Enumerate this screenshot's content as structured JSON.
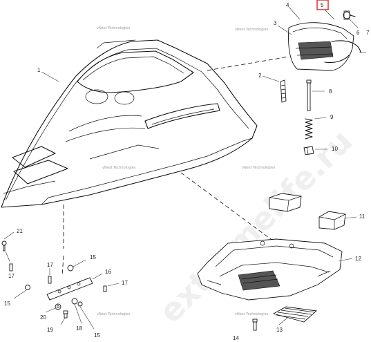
{
  "watermark": {
    "small_text": "vNext Technologies",
    "big_text": "extremelife.ru"
  },
  "callouts": {
    "c1": "1",
    "c2": "2",
    "c3": "3",
    "c4": "4",
    "c5": "5",
    "c6": "6",
    "c7": "7",
    "c8": "8",
    "c9": "9",
    "c10": "10",
    "c11": "11",
    "c12": "12",
    "c13": "13",
    "c14": "14",
    "c15a": "15",
    "c15b": "15",
    "c15c": "15",
    "c16": "16",
    "c17a": "17",
    "c17b": "17",
    "c17c": "17",
    "c18": "18",
    "c19": "19",
    "c20": "20",
    "c21": "21"
  },
  "highlighted_callout": "5",
  "colors": {
    "highlight": "#e02020",
    "line": "#111111"
  }
}
